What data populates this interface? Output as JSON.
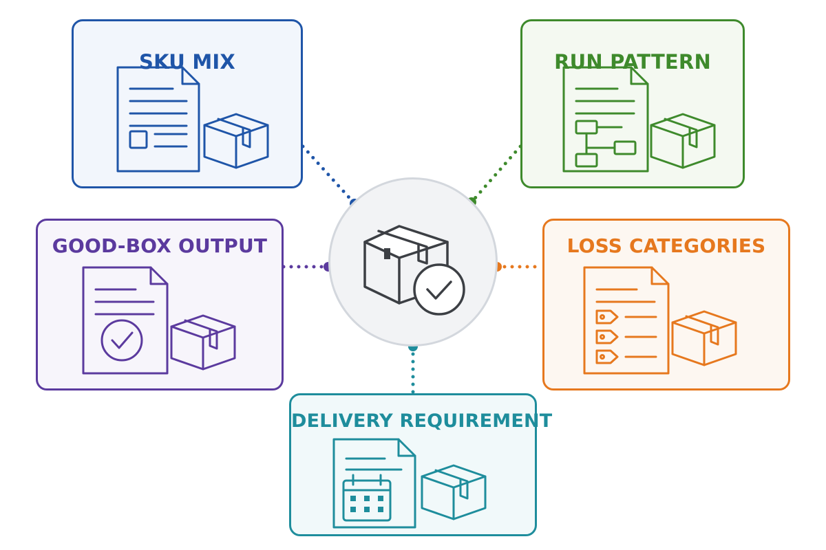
{
  "colors": {
    "sku_mix": "#1f55a8",
    "run_pattern": "#3e8a2c",
    "good_box_output": "#5b3a9e",
    "loss_categories": "#e6781e",
    "delivery_requirement": "#1e8d9c",
    "hub_stroke": "#3c3f44",
    "hub_border": "#d3d7dd",
    "hub_fill": "#f2f3f5"
  },
  "hub": {
    "icon": "box-check-icon"
  },
  "cards": {
    "sku_mix": {
      "title": "SKU MIX",
      "icons": [
        "document-icon",
        "box-icon"
      ],
      "background": "#f2f6fc"
    },
    "run_pattern": {
      "title": "RUN PATTERN",
      "icons": [
        "flowchart-document-icon",
        "box-icon"
      ],
      "background": "#f4f9f1"
    },
    "good_box_output": {
      "title": "GOOD-BOX OUTPUT",
      "icons": [
        "check-document-icon",
        "box-icon"
      ],
      "background": "#f7f5fb"
    },
    "loss_categories": {
      "title": "LOSS CATEGORIES",
      "icons": [
        "tag-list-document-icon",
        "box-icon"
      ],
      "background": "#fdf7f1"
    },
    "delivery_requirement": {
      "title": "DELIVERY REQUIREMENT",
      "icons": [
        "calendar-document-icon",
        "box-icon"
      ],
      "background": "#f1f9fa"
    }
  }
}
